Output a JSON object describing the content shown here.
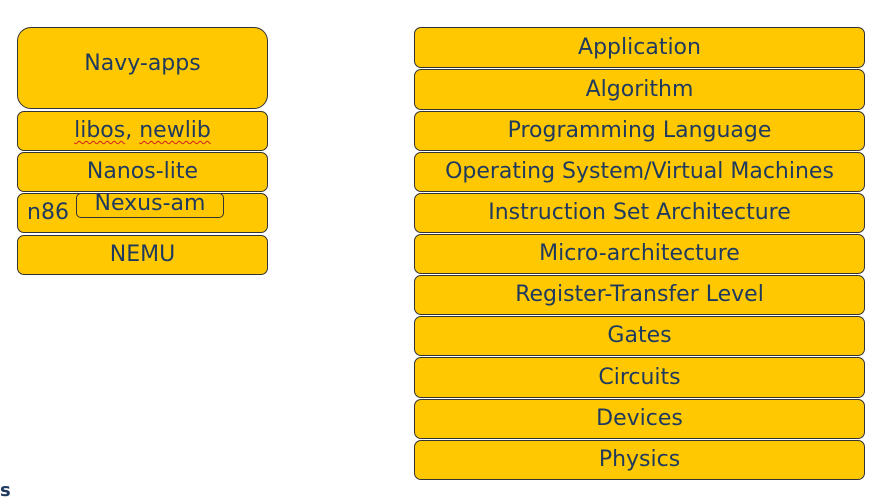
{
  "left_stack": {
    "navy_apps": "Navy-apps",
    "libos": "libos",
    "comma": ", ",
    "newlib": "newlib",
    "nanos_lite": "Nanos-lite",
    "n86": "n86",
    "nexus_am": "Nexus-am",
    "nemu": "NEMU"
  },
  "right_stack": {
    "layers": [
      "Application",
      "Algorithm",
      "Programming Language",
      "Operating System/Virtual Machines",
      "Instruction Set Architecture",
      "Micro-architecture",
      "Register-Transfer Level",
      "Gates",
      "Circuits",
      "Devices",
      "Physics"
    ]
  },
  "corner_text": "s",
  "colors": {
    "box_fill": "#ffc800",
    "border": "#333333",
    "text": "#1f3a5f",
    "spellcheck_underline": "#d02020"
  }
}
